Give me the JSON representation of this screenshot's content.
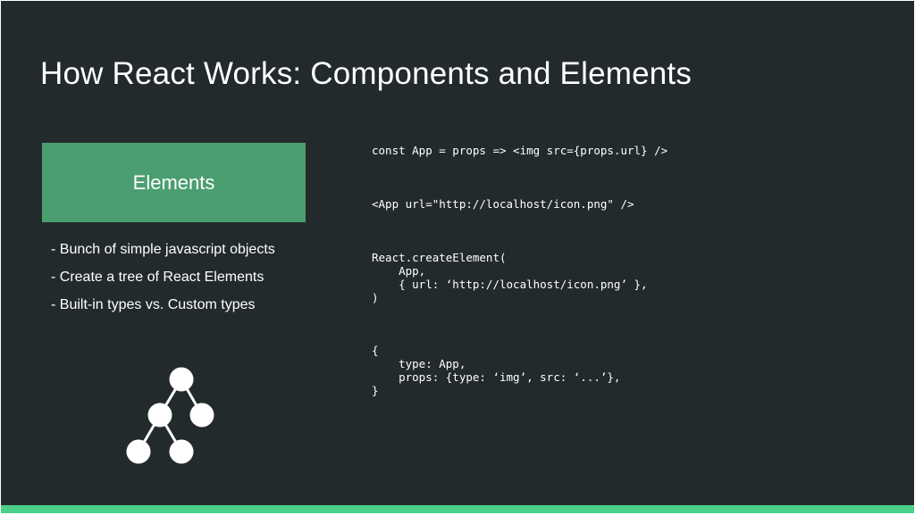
{
  "slide": {
    "title": "How React Works: Components and Elements",
    "badge_label": "Elements",
    "bullets": [
      "- Bunch of simple javascript objects",
      "- Create a tree of React Elements",
      "- Built-in types vs. Custom types"
    ],
    "code_blocks": [
      "const App = props => <img src={props.url} />",
      "<App url=\"http://localhost/icon.png\" />",
      "React.createElement(\n    App,\n    { url: ‘http://localhost/icon.png’ },\n)",
      "{\n    type: App,\n    props: {type: ‘img’, src: ‘...’},\n}"
    ]
  },
  "colors": {
    "background": "#232a2c",
    "badge": "#4b9e70",
    "accent_bar": "#4bd08a",
    "text": "#ffffff"
  },
  "icons": {
    "tree": "tree-diagram-icon"
  }
}
